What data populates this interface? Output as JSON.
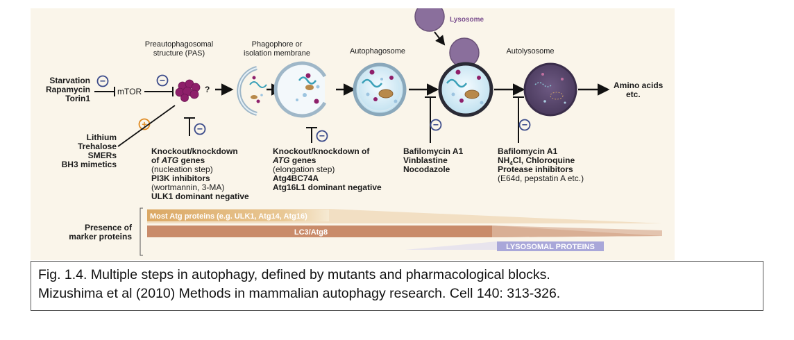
{
  "diagram": {
    "stages": {
      "pas": [
        "Preautophagosomal",
        "structure (PAS)"
      ],
      "phagophore": [
        "Phagophore or",
        "isolation membrane"
      ],
      "autophagosome": "Autophagosome",
      "lysosome": "Lysosome",
      "autolysosome": "Autolysosome",
      "amino": [
        "Amino acids",
        "etc."
      ]
    },
    "inducers": [
      "Starvation",
      "Rapamycin",
      "Torin1"
    ],
    "mtor": "mTOR",
    "question": "?",
    "lithium_group": [
      "Lithium",
      "Trehalose",
      "SMERs",
      "BH3 mimetics"
    ],
    "symbols": {
      "minus": "−",
      "plus": "+"
    },
    "blocks": {
      "nucleation": {
        "line1": "Knockout/knockdown",
        "line2_pre": "of ",
        "line2_italic": "ATG",
        "line2_post": " genes",
        "line3": "(nucleation step)",
        "line4": "PI3K inhibitors",
        "line5": "(wortmannin, 3-MA)",
        "line6": "ULK1 dominant negative"
      },
      "elongation": {
        "line1": "Knockout/knockdown of",
        "line2_italic": "ATG",
        "line2_post": " genes",
        "line3": "(elongation step)",
        "line4": "Atg4BC74A",
        "line5": "Atg16L1 dominant negative"
      },
      "fusion": [
        "Bafilomycin A1",
        "Vinblastine",
        "Nocodazole"
      ],
      "degradation": {
        "line1": "Bafilomycin A1",
        "line2_pre": "NH",
        "line2_sub": "4",
        "line2_post": "Cl, Chloroquine",
        "line3": "Protease inhibitors",
        "line4": "(E64d, pepstatin A etc.)"
      }
    },
    "markers": {
      "label": [
        "Presence of",
        "marker proteins"
      ],
      "bar1": "Most Atg proteins (e.g. ULK1, Atg14, Atg16)",
      "bar2": "LC3/Atg8",
      "bar3": "LYSOSOMAL PROTEINS"
    },
    "colors": {
      "background": "#faf5ea",
      "minus": "#3a4a8a",
      "plus": "#e08a20",
      "lysosome": "#8a6f9c",
      "lysosome_label": "#7a4f8e",
      "pas": "#8e1f6a",
      "bar1": "#e2b77a",
      "bar2": "#c98b6a",
      "bar3": "#a9a7d9"
    }
  },
  "caption": {
    "line1": "Fig. 1.4. Multiple steps in autophagy, defined by mutants and pharmacological blocks.",
    "line2": "Mizushima et al (2010) Methods in mammalian autophagy research. Cell 140: 313-326."
  }
}
